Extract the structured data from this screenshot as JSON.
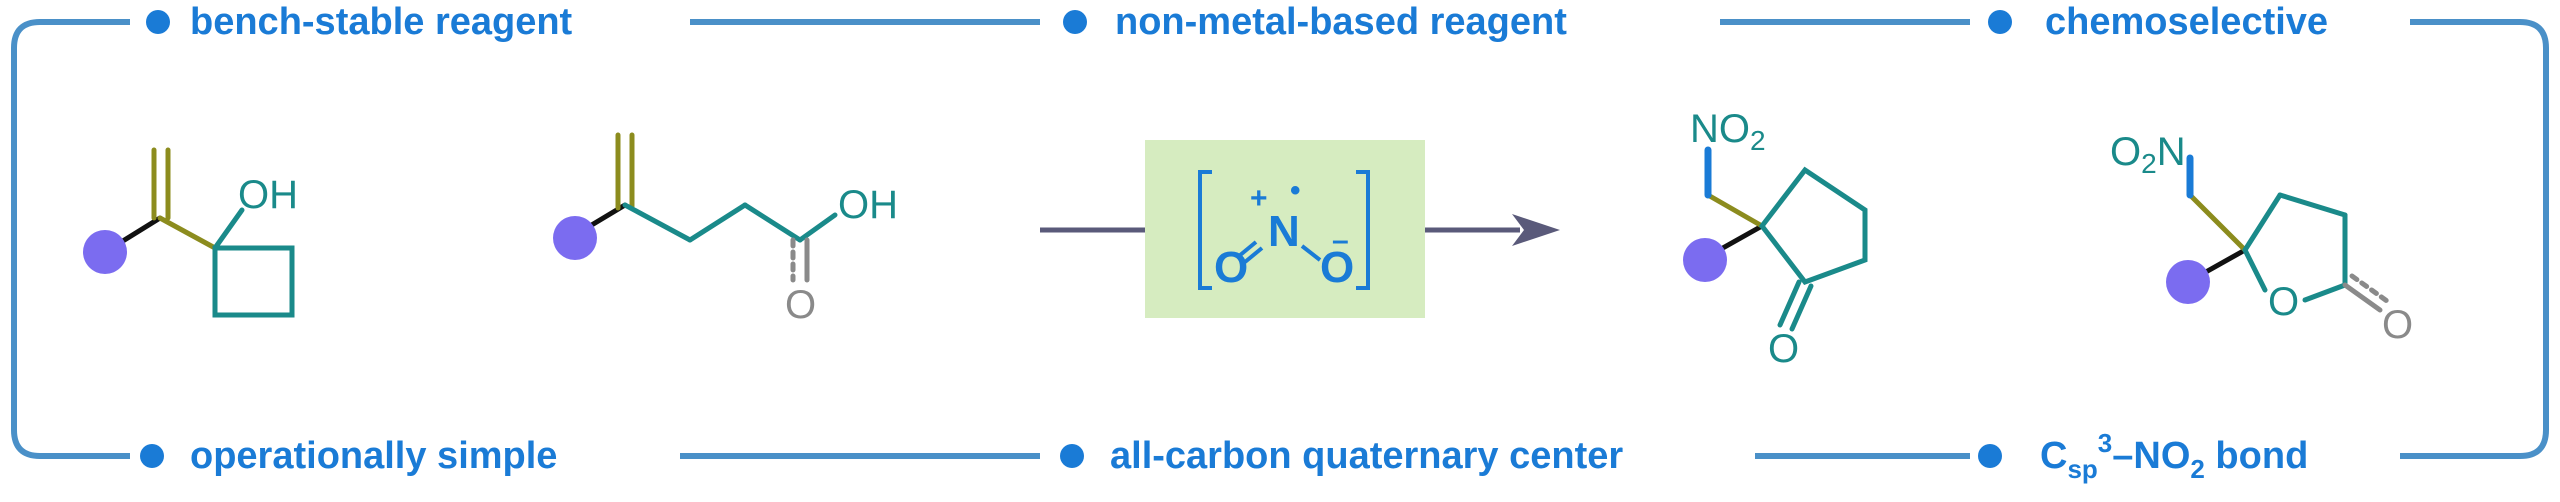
{
  "features": {
    "top_left": "bench-stable reagent",
    "top_center": "non-metal-based reagent",
    "top_right": "chemoselective",
    "bottom_left": "operationally simple",
    "bottom_center": "all-carbon quaternary center",
    "bottom_right_C": "C",
    "bottom_right_sub": "sp",
    "bottom_right_sup": "3",
    "bottom_right_rest": "–NO",
    "bottom_right_sub2": "2",
    "bottom_right_tail": " bond"
  },
  "labels": {
    "oh1": "OH",
    "oh2": "OH",
    "o_acid": "O",
    "no2_top": "NO",
    "no2_top_sub": "2",
    "ketone_o": "O",
    "o2n": "O",
    "o2n_sub": "2",
    "o2n_n": "N",
    "ring_o": "O",
    "lactone_o": "O"
  },
  "reagent": {
    "n": "N",
    "o_left": "O",
    "o_right": "O",
    "plus": "+",
    "dot": "•",
    "minus": "–"
  },
  "colors": {
    "frame": "#4a90c8",
    "feature_text": "#1a7bd6",
    "bond_teal": "#1a8a8a",
    "bond_olive": "#8c8c1e",
    "bond_grey": "#8a8a8a",
    "substituent": "#7b6cf0",
    "reagent_bg": "#d6ecc0",
    "arrow": "#5a5a7a"
  }
}
